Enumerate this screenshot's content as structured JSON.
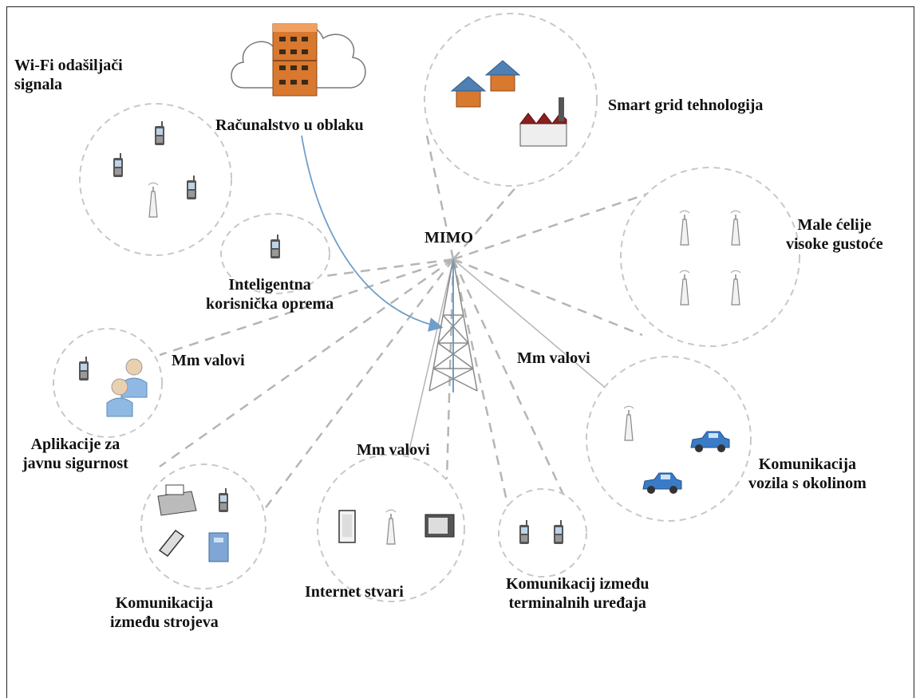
{
  "labels": {
    "wifi_line1": "Wi-Fi odašiljači",
    "wifi_line2": "signala",
    "cloud": "Računalstvo u oblaku",
    "smart_grid": "Smart grid tehnologija",
    "mimo": "MIMO",
    "small_cells_line1": "Male ćelije",
    "small_cells_line2": "visoke gustoće",
    "smart_ue_line1": "Inteligentna",
    "smart_ue_line2": "korisnička oprema",
    "mm_waves_left": "Mm valovi",
    "mm_waves_right": "Mm valovi",
    "mm_waves_center": "Mm valovi",
    "public_safety_line1": "Aplikacije za",
    "public_safety_line2": "javnu sigurnost",
    "v2x_line1": "Komunikacija",
    "v2x_line2": "vozila s okolinom",
    "m2m_line1": "Komunikacija",
    "m2m_line2": "između strojeva",
    "iot": "Internet stvari",
    "d2d_line1": "Komunikacij između",
    "d2d_line2": "terminalnih uređaja"
  },
  "colors": {
    "dashed_line": "#b5b5b5",
    "circle": "#c8c8c8",
    "cloud_arrow": "#6f9ec9",
    "tower": "#8a8a8a",
    "server": "#d9782f",
    "house_roof": "#4f7fb3",
    "factory": "#8b1e1e",
    "car": "#3a7bc8",
    "person": "#8fb9e3"
  },
  "icons": [
    "cloud-icon",
    "server-icon",
    "house-icon",
    "factory-icon",
    "phone-icon",
    "antenna-icon",
    "person-icon",
    "car-icon",
    "fax-icon",
    "flip-phone-icon",
    "tablet-icon",
    "monitor-icon",
    "tower-icon"
  ]
}
